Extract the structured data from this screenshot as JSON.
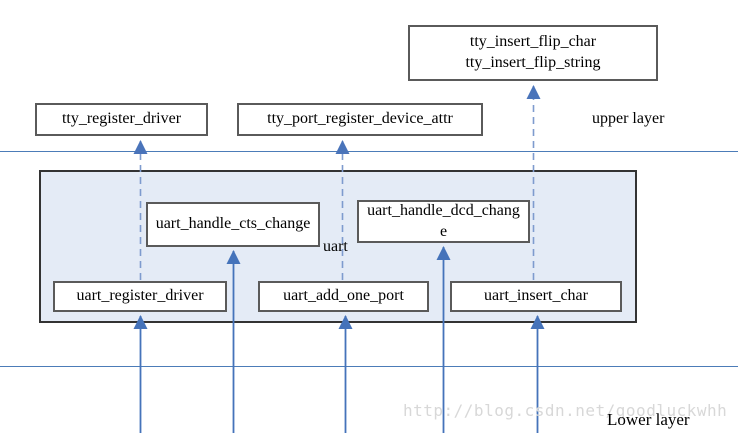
{
  "diagram": {
    "layers": {
      "upper_label": "upper layer",
      "lower_label": "Lower layer"
    },
    "uart_container_label": "uart",
    "watermark": "http://blog.csdn.net/goodluckwhh",
    "boxes": {
      "tty_insert_flip": {
        "lines": [
          "tty_insert_flip_char",
          "tty_insert_flip_string"
        ]
      },
      "tty_register_driver": "tty_register_driver",
      "tty_port_register_device_attr": "tty_port_register_device_attr",
      "uart_handle_cts_change": "uart_handle_cts_change",
      "uart_handle_dcd_change": "uart_handle_dcd_change",
      "uart_register_driver": "uart_register_driver",
      "uart_add_one_port": "uart_add_one_port",
      "uart_insert_char": "uart_insert_char"
    },
    "edges": [
      {
        "from": "uart_register_driver",
        "to": "tty_register_driver",
        "style": "dashed"
      },
      {
        "from": "uart_add_one_port",
        "to": "tty_port_register_device_attr",
        "style": "dashed"
      },
      {
        "from": "uart_insert_char",
        "to": "tty_insert_flip_char / tty_insert_flip_string",
        "style": "dashed"
      },
      {
        "from": "lower layer",
        "to": "uart_register_driver",
        "style": "solid"
      },
      {
        "from": "lower layer",
        "to": "uart_handle_cts_change",
        "style": "solid"
      },
      {
        "from": "lower layer",
        "to": "uart_add_one_port",
        "style": "solid"
      },
      {
        "from": "lower layer",
        "to": "uart_handle_dcd_change",
        "style": "solid"
      },
      {
        "from": "lower layer",
        "to": "uart_insert_char",
        "style": "solid"
      }
    ],
    "colors": {
      "container_fill": "#e4ebf6",
      "container_border": "#333333",
      "box_border": "#5a5a5a",
      "layer_line": "#4c7cb8",
      "arrow_solid": "#4573ba",
      "arrow_dashed": "#7e9bce",
      "watermark": "#d8d8d8"
    }
  }
}
